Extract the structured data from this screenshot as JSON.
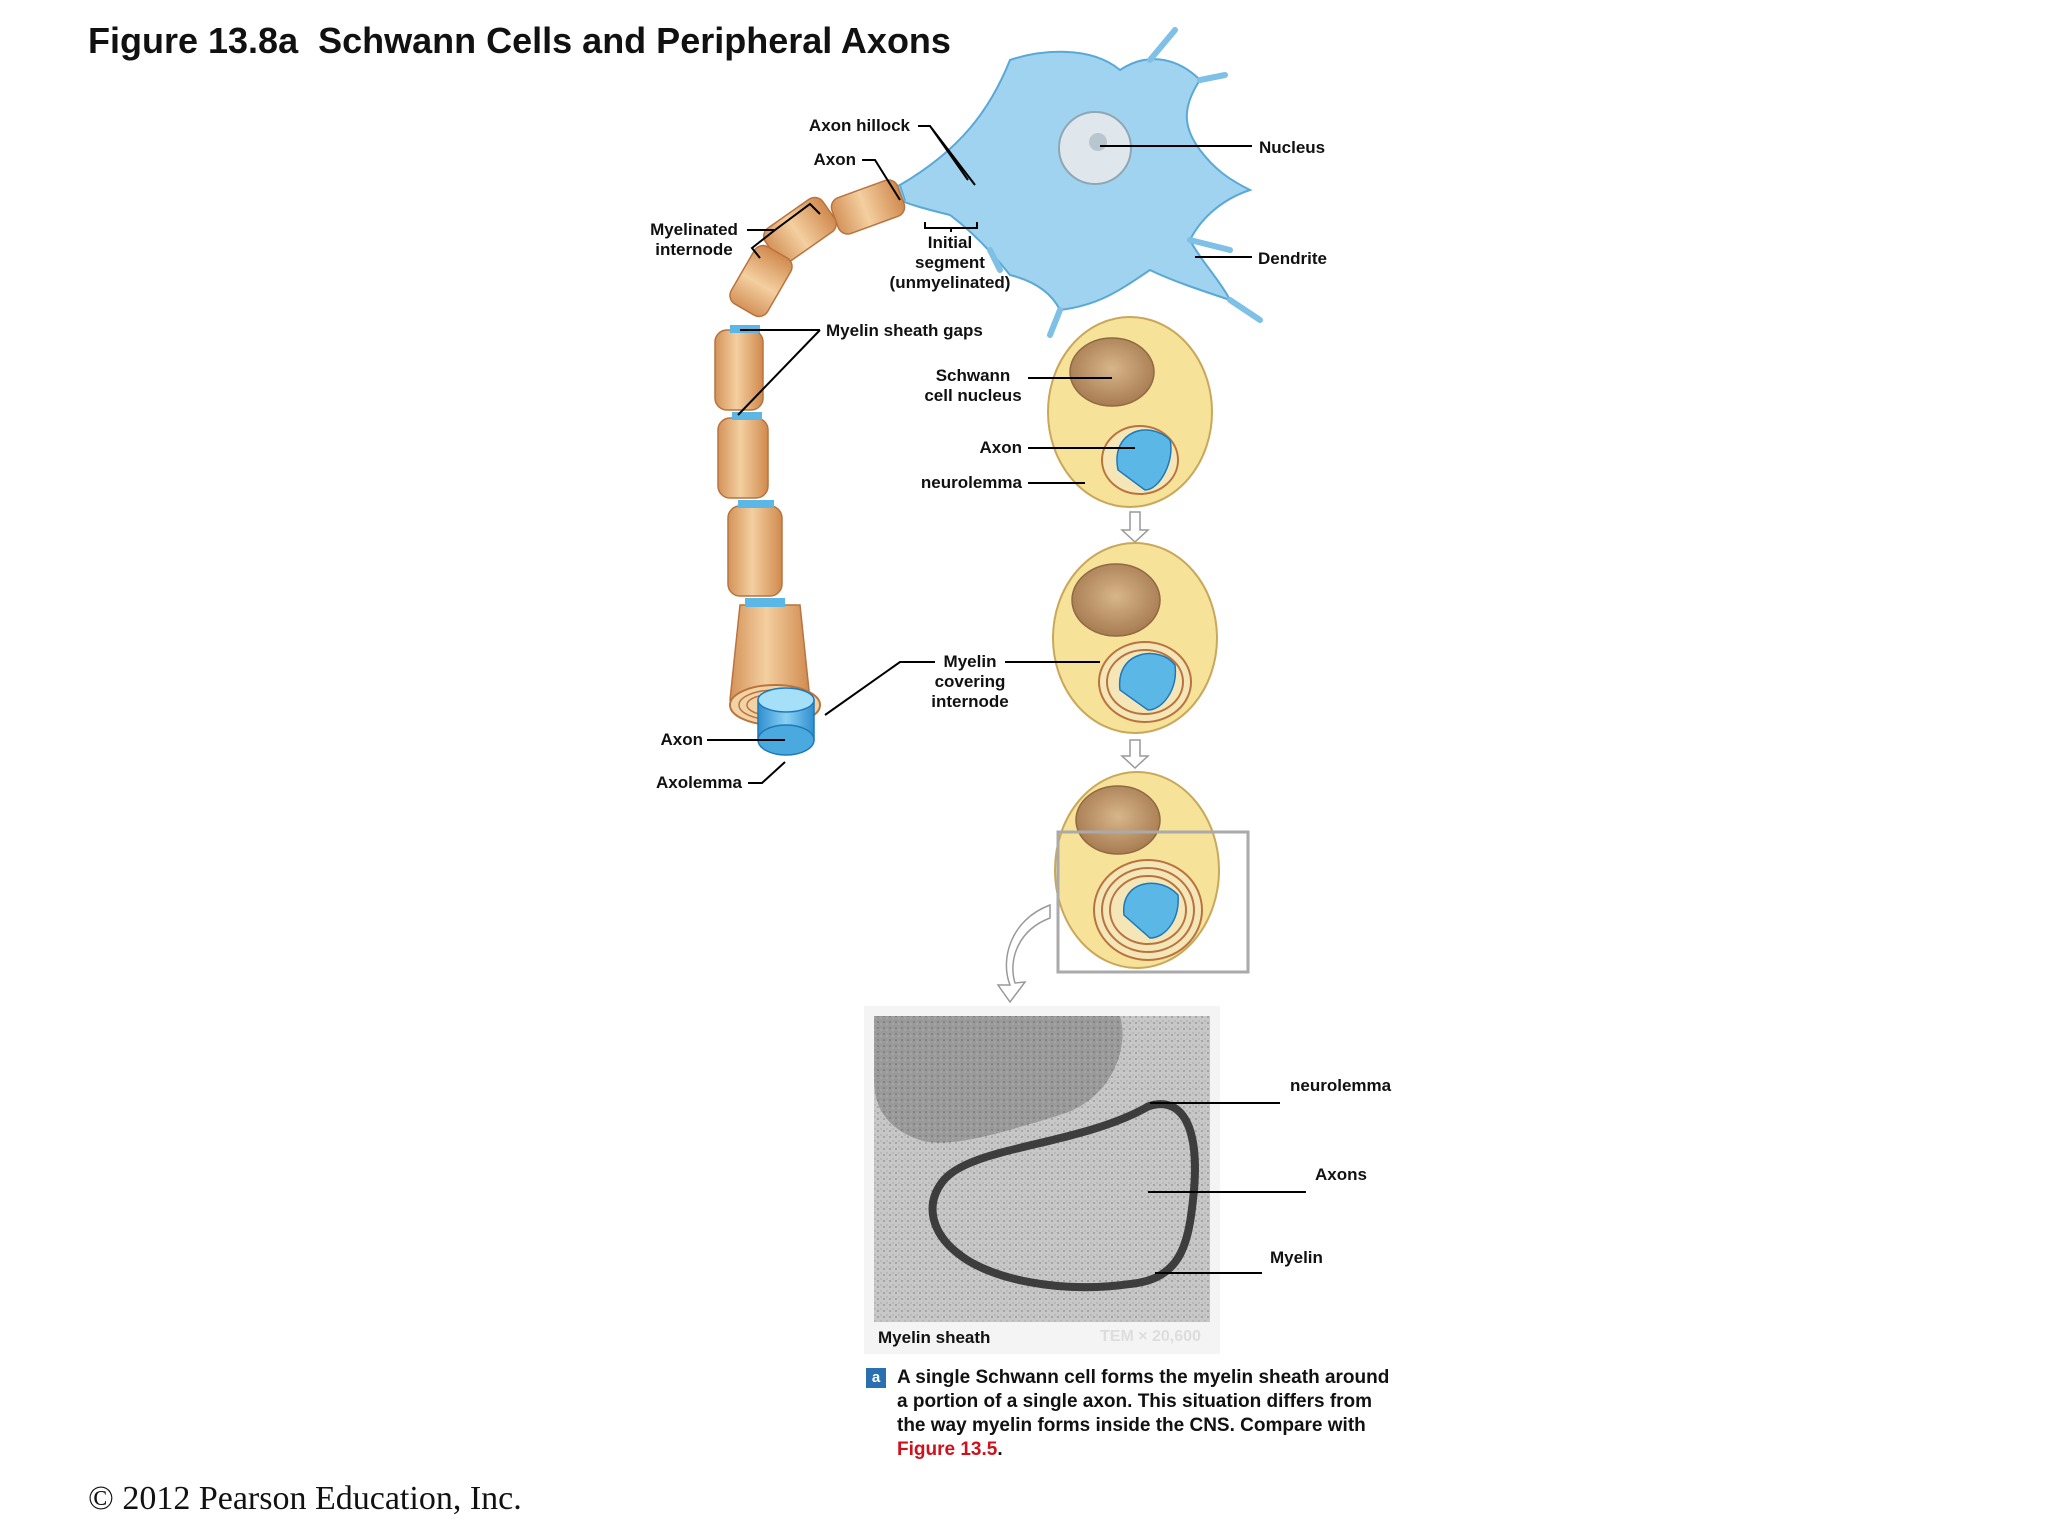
{
  "title": "Figure 13.8a  Schwann Cells and Peripheral Axons",
  "labels": {
    "axon_hillock": "Axon hillock",
    "axon_top": "Axon",
    "nucleus": "Nucleus",
    "myelinated_internode_1": "Myelinated",
    "myelinated_internode_2": "internode",
    "initial_segment_1": "Initial",
    "initial_segment_2": "segment",
    "initial_segment_3": "(unmyelinated)",
    "dendrite": "Dendrite",
    "myelin_sheath_gaps": "Myelin sheath gaps",
    "schwann_nucleus_1": "Schwann",
    "schwann_nucleus_2": "cell nucleus",
    "axon_mid": "Axon",
    "neurolemma_top": "neurolemma",
    "myelin_covering_1": "Myelin",
    "myelin_covering_2": "covering",
    "myelin_covering_3": "internode",
    "axon_bottom": "Axon",
    "axolemma": "Axolemma",
    "neurolemma_tem": "neurolemma",
    "axons_tem": "Axons",
    "myelin_tem": "Myelin"
  },
  "tem": {
    "label": "Myelin sheath",
    "scale": "TEM × 20,600"
  },
  "caption": {
    "badge": "a",
    "text": "A single Schwann cell forms the myelin sheath around a portion of a single axon. This situation differs from the way myelin forms inside the CNS. Compare with ",
    "link": "Figure 13.5",
    "end": "."
  },
  "copyright": "© 2012 Pearson Education, Inc.",
  "colors": {
    "axon_blue": "#5bb8e6",
    "cell_body_blue": "#9fd3ef",
    "myelin_tan": "#e7b077",
    "schwann_yellow": "#f7e29a",
    "nucleus_brown": "#c49a6b",
    "caption_link_red": "#d0101a"
  }
}
